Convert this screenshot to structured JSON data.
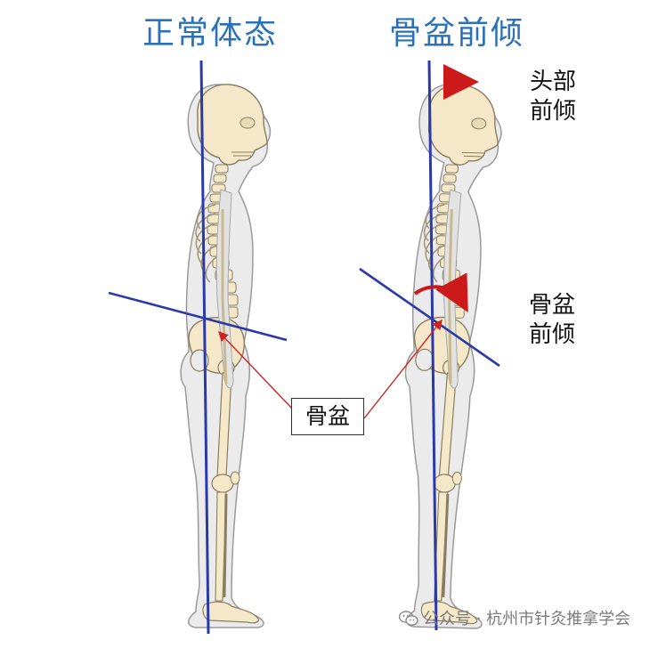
{
  "titles": {
    "normal": "正常体态",
    "tilt": "骨盆前倾"
  },
  "labels": {
    "head_forward": [
      "头部",
      "前倾"
    ],
    "pelvis_forward": [
      "骨盆",
      "前倾"
    ],
    "pelvis_callout": "骨盆"
  },
  "watermark": "公众号 · 杭州市针灸推拿学会",
  "colors": {
    "title": "#2a71b8",
    "plumb_line": "#2b3aa8",
    "arrow": "#cc1a1a",
    "callout_line": "#cc2222",
    "body_fill": "#ebebeb",
    "bone_fill": "#f4e8c8"
  },
  "icons": {
    "watermark": "wechat-icon"
  }
}
